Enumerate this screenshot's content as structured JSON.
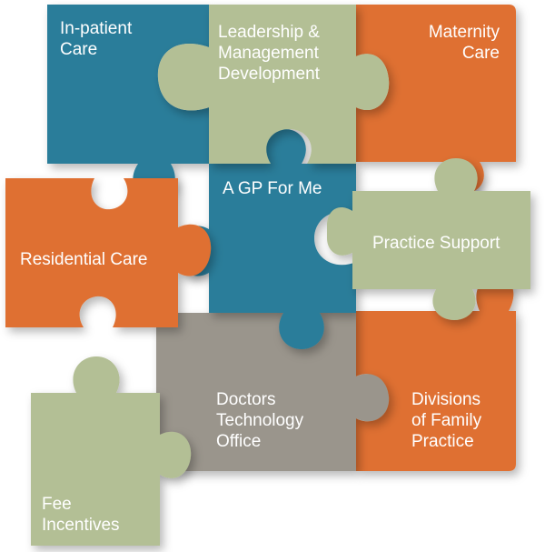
{
  "colors": {
    "teal": "#2b7d9a",
    "sage": "#b3bf95",
    "orange": "#df7030",
    "gray": "#9a958c",
    "background": "#ffffff"
  },
  "pieces": {
    "in_patient_care": {
      "line1": "In-patient",
      "line2": "Care",
      "color": "teal"
    },
    "leadership": {
      "line1": "Leadership &",
      "line2": "Management",
      "line3": "Development",
      "color": "sage"
    },
    "maternity_care": {
      "line1": "Maternity",
      "line2": "Care",
      "color": "orange"
    },
    "a_gp_for_me": {
      "line1": "A GP For Me",
      "color": "teal"
    },
    "residential_care": {
      "line1": "Residential Care",
      "color": "orange"
    },
    "practice_support": {
      "line1": "Practice Support",
      "color": "sage"
    },
    "doctors_technology_office": {
      "line1": "Doctors",
      "line2": "Technology",
      "line3": "Office",
      "color": "gray"
    },
    "divisions": {
      "line1": "Divisions",
      "line2": "of Family",
      "line3": "Practice",
      "color": "orange"
    },
    "fee_incentives": {
      "line1": "Fee",
      "line2": "Incentives",
      "color": "sage"
    }
  }
}
